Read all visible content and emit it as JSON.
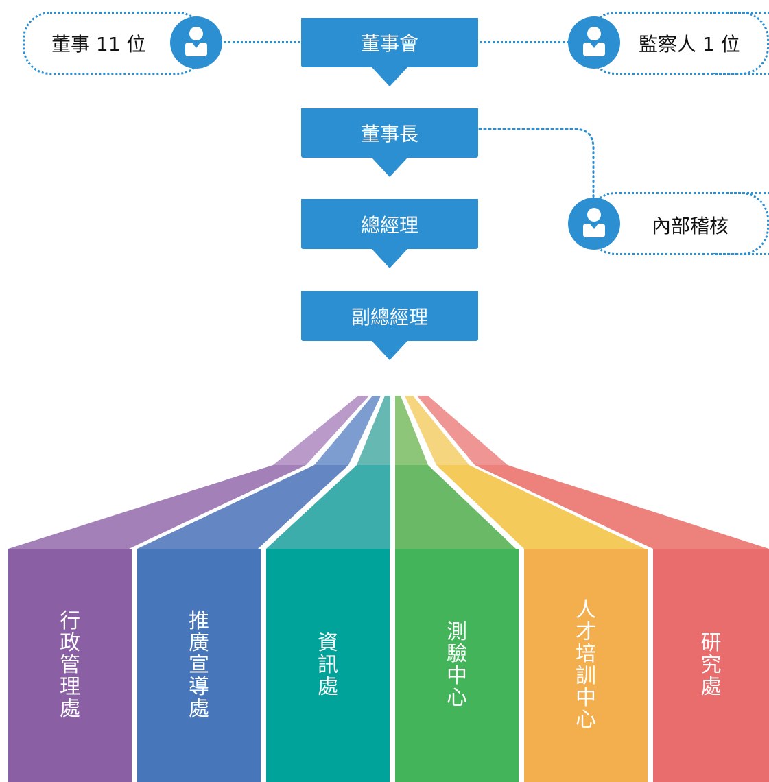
{
  "board": {
    "label": "董事會"
  },
  "chairman": {
    "label": "董事長"
  },
  "general_manager": {
    "label": "總經理"
  },
  "deputy_general_manager": {
    "label": "副總經理"
  },
  "directors": {
    "label": "董事 11 位"
  },
  "supervisor": {
    "label": "監察人 1 位"
  },
  "internal_audit": {
    "label": "內部稽核"
  },
  "departments": [
    {
      "label": "行政管理處",
      "color": "#8a5fa4"
    },
    {
      "label": "推廣宣導處",
      "color": "#4776ba"
    },
    {
      "label": "資訊處",
      "color": "#00a39a"
    },
    {
      "label": "測驗中心",
      "color": "#43b459"
    },
    {
      "label": "人才培訓中心",
      "color": "#f3ae4e"
    },
    {
      "label": "研究處",
      "color": "#ea6d6d"
    }
  ],
  "colors": {
    "accent": "#2b8fd1"
  }
}
